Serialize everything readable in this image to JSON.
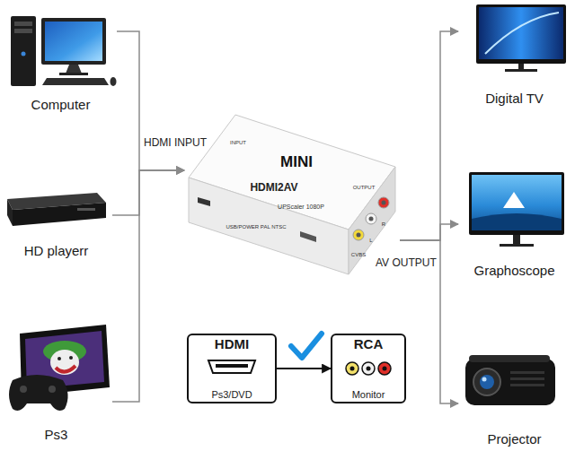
{
  "diagram": {
    "nodes": [
      {
        "text": [
          "Computer"
        ]
      },
      {
        "text": [
          "HD playerr"
        ]
      },
      {
        "text": [
          "Ps3"
        ]
      },
      {
        "text": [
          "MINI",
          "HDMI2AV",
          "UPScaler 1080P",
          "INPUT",
          "OUTPUT",
          "USB/POWER PAL NTSC",
          "CVBS",
          "L",
          "R"
        ]
      },
      {
        "text": [
          "Digital TV"
        ]
      },
      {
        "text": [
          "Graphoscope"
        ]
      },
      {
        "text": [
          "Projector"
        ]
      },
      {
        "text": [
          "HDMI",
          "Ps3/DVD"
        ]
      },
      {
        "text": [
          "RCA",
          "Monitor"
        ]
      }
    ],
    "edges": [
      {
        "from": 0,
        "to": 3,
        "arrow": "to"
      },
      {
        "from": 1,
        "to": 3,
        "arrow": "to"
      },
      {
        "from": 2,
        "to": 3,
        "arrow": "to"
      },
      {
        "from": 3,
        "to": 4,
        "arrow": "to"
      },
      {
        "from": 3,
        "to": 5,
        "arrow": "to"
      },
      {
        "from": 3,
        "to": 6,
        "arrow": "to"
      },
      {
        "from": 7,
        "to": 8,
        "arrow": "to"
      }
    ],
    "labels": [
      "HDMI INPUT",
      "AV OUTPUT"
    ]
  }
}
